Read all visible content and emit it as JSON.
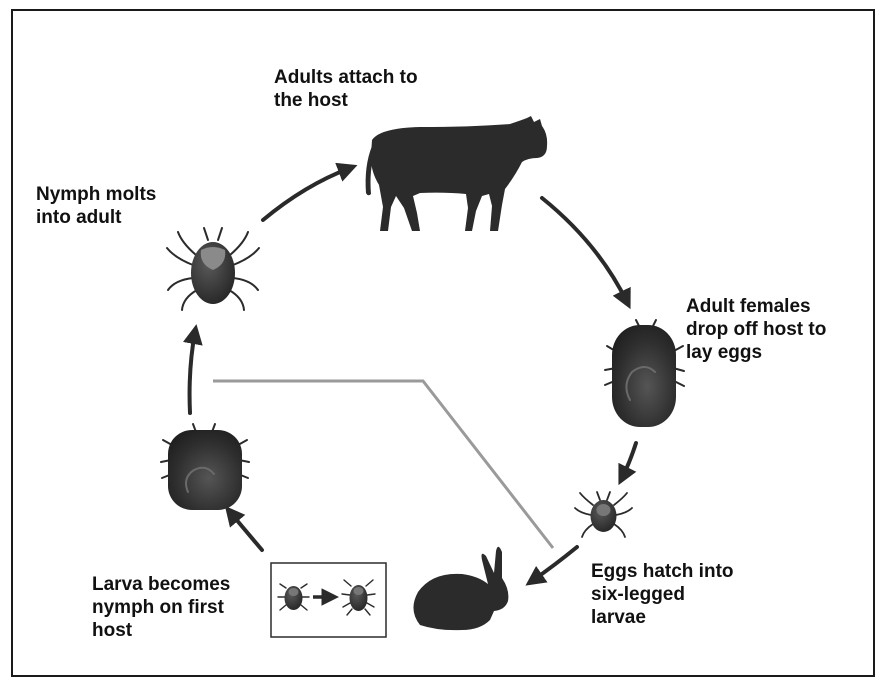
{
  "labels": {
    "adults_attach": [
      "Adults attach to",
      "the host"
    ],
    "females_drop": [
      "Adult females",
      "drop off host to",
      "lay eggs"
    ],
    "eggs_hatch": [
      "Eggs hatch into",
      "six-legged",
      "larvae"
    ],
    "larva_nymph": [
      "Larva becomes",
      "nymph on first",
      "host"
    ],
    "nymph_molts": [
      "Nymph molts",
      "into adult"
    ]
  },
  "colors": {
    "silhouette": "#2b2b2b",
    "arrow": "#2a2a2a",
    "divider": "#9a9a9a",
    "border": "#1a1a1a"
  }
}
